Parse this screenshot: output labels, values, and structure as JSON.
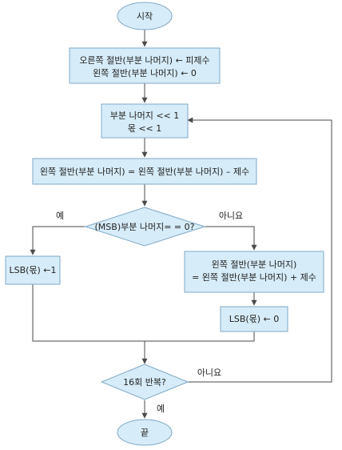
{
  "nodes": {
    "start": {
      "text": "시작"
    },
    "init": {
      "line1": "오른쪽 절반(부분 나머지) ← 피제수",
      "line2": "왼쪽 절반(부분 나머지) ← 0"
    },
    "shift": {
      "line1": "부분 나머지 << 1",
      "line2": "몫 << 1"
    },
    "subtract": {
      "text": "왼쪽 절반(부분 나머지) = 왼쪽 절반(부분 나머지) – 제수"
    },
    "msb_check": {
      "text": "(MSB)부분 나머지= = 0?"
    },
    "set_one": {
      "text": "LSB(몫) ←1"
    },
    "restore": {
      "line1": "왼쪽 절반(부분 나머지)",
      "line2": "= 왼쪽 절반(부분 나머지) + 제수"
    },
    "set_zero": {
      "text": "LSB(몫) ← 0"
    },
    "loop_check": {
      "text": "16회 반복?"
    },
    "end": {
      "text": "끝"
    }
  },
  "edge_labels": {
    "msb_yes": "예",
    "msb_no": "아니요",
    "loop_no": "아니요",
    "loop_yes": "예"
  },
  "colors": {
    "node_fill": "#d6ecf8",
    "node_stroke": "#7fa9c7",
    "edge": "#4a4a4a",
    "text": "#222222"
  }
}
